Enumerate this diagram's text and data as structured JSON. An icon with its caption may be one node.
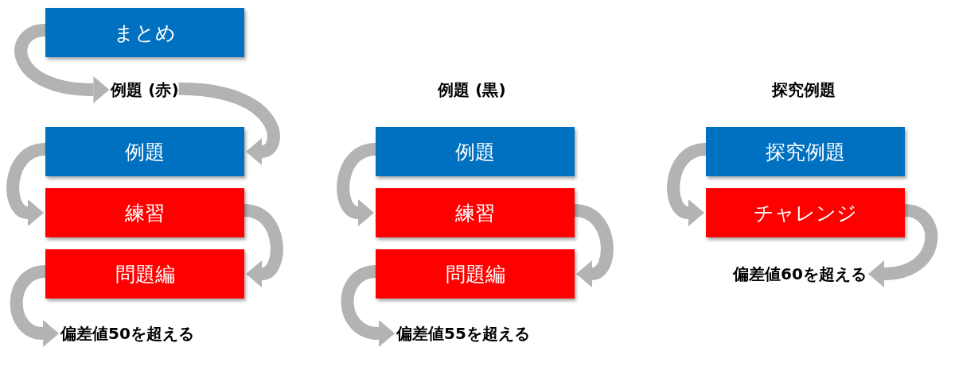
{
  "diagram": {
    "nodes": [
      {
        "text": [
          "まとめ"
        ]
      },
      {
        "text": [
          "例題 (赤)"
        ]
      },
      {
        "text": [
          "例題"
        ]
      },
      {
        "text": [
          "練習"
        ]
      },
      {
        "text": [
          "問題編"
        ]
      },
      {
        "text": [
          "偏差値50を超える"
        ]
      },
      {
        "text": [
          "例題 (黒)"
        ]
      },
      {
        "text": [
          "例題"
        ]
      },
      {
        "text": [
          "練習"
        ]
      },
      {
        "text": [
          "問題編"
        ]
      },
      {
        "text": [
          "偏差値55を超える"
        ]
      },
      {
        "text": [
          "探究例題"
        ]
      },
      {
        "text": [
          "探究例題"
        ]
      },
      {
        "text": [
          "チャレンジ"
        ]
      },
      {
        "text": [
          "偏差値60を超える"
        ]
      }
    ],
    "edges": [
      {
        "from": 0,
        "to": 1,
        "arrow": "to"
      },
      {
        "from": 1,
        "to": 2,
        "arrow": "to"
      },
      {
        "from": 2,
        "to": 3,
        "arrow": "to"
      },
      {
        "from": 3,
        "to": 4,
        "arrow": "to"
      },
      {
        "from": 4,
        "to": 5,
        "arrow": "to"
      },
      {
        "from": 7,
        "to": 8,
        "arrow": "to"
      },
      {
        "from": 8,
        "to": 9,
        "arrow": "to"
      },
      {
        "from": 9,
        "to": 10,
        "arrow": "to"
      },
      {
        "from": 12,
        "to": 13,
        "arrow": "to"
      },
      {
        "from": 13,
        "to": 14,
        "arrow": "to"
      }
    ]
  }
}
